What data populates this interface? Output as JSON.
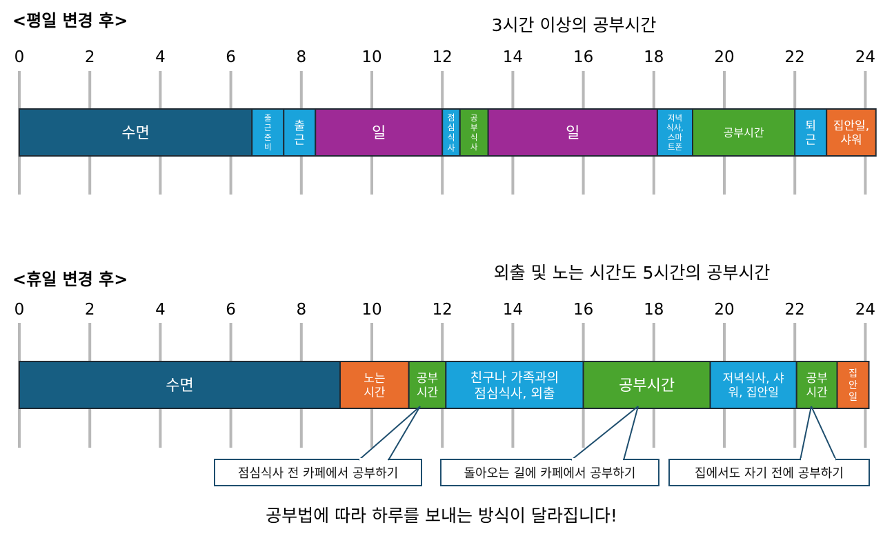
{
  "timeline_weekday": {
    "title": "<평일 변경 후>",
    "subtitle": "3시간 이상의 공부시간",
    "ticks": [
      "0",
      "2",
      "4",
      "6",
      "8",
      "10",
      "12",
      "14",
      "16",
      "18",
      "20",
      "22",
      "24"
    ],
    "segments": [
      {
        "start": 0,
        "end": 6.6,
        "label": [
          "수면"
        ],
        "color": "#175E82"
      },
      {
        "start": 6.6,
        "end": 7.5,
        "label": [
          "출",
          "근",
          "준",
          "비"
        ],
        "color": "#1AA3DB"
      },
      {
        "start": 7.5,
        "end": 8.4,
        "label": [
          "출",
          "근"
        ],
        "color": "#1AA3DB"
      },
      {
        "start": 8.4,
        "end": 12.0,
        "label": [
          "일"
        ],
        "color": "#9E2A96"
      },
      {
        "start": 12.0,
        "end": 12.5,
        "label": [
          "점",
          "심",
          "식",
          "사"
        ],
        "color": "#1AA3DB"
      },
      {
        "start": 12.5,
        "end": 13.3,
        "label": [
          "공",
          "부",
          "식",
          "사"
        ],
        "color": "#4AA52E"
      },
      {
        "start": 13.3,
        "end": 18.1,
        "label": [
          "일"
        ],
        "color": "#9E2A96"
      },
      {
        "start": 18.1,
        "end": 19.1,
        "label": [
          "저녁",
          "식사,",
          "스마",
          "트폰"
        ],
        "color": "#1AA3DB"
      },
      {
        "start": 19.1,
        "end": 22.0,
        "label": [
          "공부시간"
        ],
        "color": "#4AA52E"
      },
      {
        "start": 22.0,
        "end": 22.9,
        "label": [
          "퇴",
          "근"
        ],
        "color": "#1AA3DB"
      },
      {
        "start": 22.9,
        "end": 24.3,
        "label": [
          "집안일,",
          "샤워"
        ],
        "color": "#E96E2D"
      }
    ]
  },
  "timeline_weekend": {
    "title": "<휴일 변경 후>",
    "subtitle": "외출 및 노는 시간도 5시간의 공부시간",
    "ticks": [
      "0",
      "2",
      "4",
      "6",
      "8",
      "10",
      "12",
      "14",
      "16",
      "18",
      "20",
      "22",
      "24"
    ],
    "segments": [
      {
        "start": 0,
        "end": 9.1,
        "label": [
          "수면"
        ],
        "color": "#175E82"
      },
      {
        "start": 9.1,
        "end": 11.05,
        "label": [
          "노는",
          "시간"
        ],
        "color": "#E96E2D"
      },
      {
        "start": 11.05,
        "end": 12.1,
        "label": [
          "공부",
          "시간"
        ],
        "color": "#4AA52E"
      },
      {
        "start": 12.1,
        "end": 16.0,
        "label": [
          "친구나 가족과의",
          "점심식사, 외출"
        ],
        "color": "#1AA3DB"
      },
      {
        "start": 16.0,
        "end": 19.6,
        "label": [
          "공부시간"
        ],
        "color": "#4AA52E"
      },
      {
        "start": 19.6,
        "end": 22.05,
        "label": [
          "저녁식사, 샤",
          "워, 집안일"
        ],
        "color": "#1AA3DB"
      },
      {
        "start": 22.05,
        "end": 23.2,
        "label": [
          "공부",
          "시간"
        ],
        "color": "#4AA52E"
      },
      {
        "start": 23.2,
        "end": 24.1,
        "label": [
          "집",
          "안",
          "일"
        ],
        "color": "#E96E2D"
      }
    ],
    "callouts": [
      {
        "text": "점심식사 전 카페에서 공부하기"
      },
      {
        "text": "돌아오는 길에 카페에서 공부하기"
      },
      {
        "text": "집에서도 자기 전에 공부하기"
      }
    ]
  },
  "footer": "공부법에 따라 하루를 보내는 방식이 달라집니다!",
  "colors": {
    "sleep": "#175E82",
    "commute_meal": "#1AA3DB",
    "work": "#9E2A96",
    "study": "#4AA52E",
    "chores_play": "#E96E2D",
    "tick_line": "#B8B8B8",
    "callout_border": "#1E4E6E"
  }
}
